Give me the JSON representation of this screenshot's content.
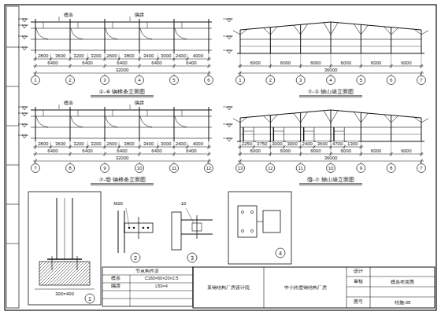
{
  "diagram": {
    "labels": [
      "檩条",
      "隅撑",
      "2800",
      "3600",
      "3200",
      "3200",
      "2600",
      "3800",
      "3400",
      "3000",
      "2400",
      "4000",
      "6400",
      "6400",
      "6400",
      "6400",
      "6400",
      "32000",
      "1",
      "2",
      "3",
      "4",
      "5",
      "6",
      "①-⑥ 钢檩条立面图",
      "6000",
      "6000",
      "6000",
      "6000",
      "6000",
      "6000",
      "36000",
      "1",
      "2",
      "3",
      "4",
      "5",
      "6",
      "7",
      "⑦-① 轴山墙立面图",
      "檩条",
      "隅撑",
      "2800",
      "3600",
      "3200",
      "3200",
      "2600",
      "3800",
      "3400",
      "3000",
      "2400",
      "4000",
      "6400",
      "6400",
      "6400",
      "6400",
      "6400",
      "32000",
      "7",
      "8",
      "9",
      "10",
      "11",
      "12",
      "⑦-⑫ 钢檩条立面图",
      "2250",
      "3750",
      "3000",
      "3000",
      "2400",
      "3600",
      "4700",
      "1300",
      "6000",
      "6000",
      "6000",
      "6000",
      "6000",
      "6000",
      "36000",
      "13",
      "12",
      "11",
      "10",
      "9",
      "8",
      "7",
      "⑬-⑦ 轴山墙立面图",
      "300×400",
      "1",
      "M20",
      "2",
      "-10",
      "3",
      "4",
      "节点构件表",
      "檩条",
      "C160×60×20×2.5",
      "隅撑",
      "L50×4",
      "某钢结构厂房设计院",
      "中小跨度钢结构厂房",
      "设计",
      "审核",
      "图号",
      "檩条布置图",
      "结施-05"
    ]
  }
}
